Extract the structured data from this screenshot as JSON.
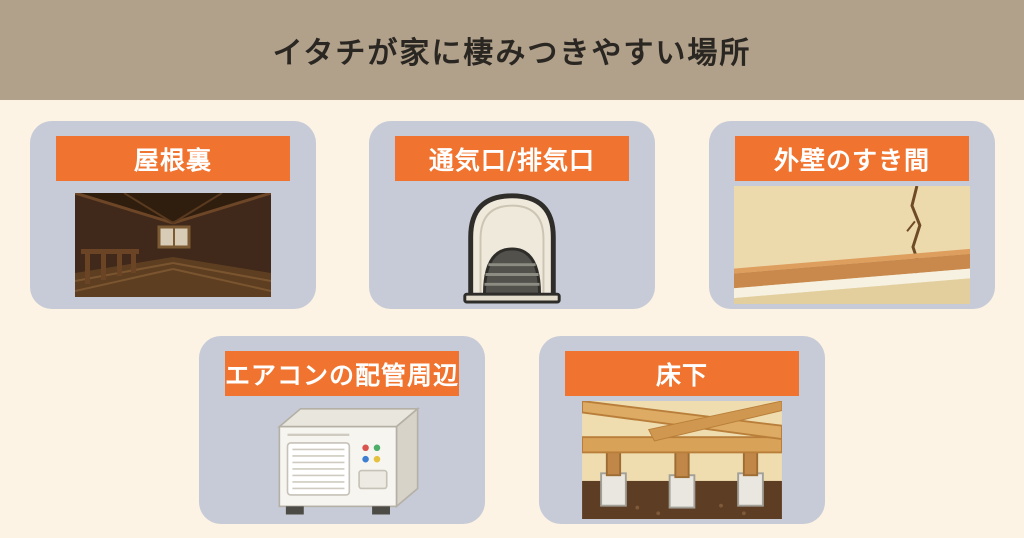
{
  "header": {
    "title": "イタチが家に棲みつきやすい場所"
  },
  "cards": [
    {
      "label": "屋根裏",
      "illustration": "attic"
    },
    {
      "label": "通気口/排気口",
      "illustration": "vent-cover"
    },
    {
      "label": "外壁のすき間",
      "illustration": "wall-crack"
    },
    {
      "label": "エアコンの配管周辺",
      "illustration": "air-conditioner-unit"
    },
    {
      "label": "床下",
      "illustration": "under-floor"
    }
  ],
  "colors": {
    "page_background": "#fcf3e4",
    "header_background": "#b1a08a",
    "card_background": "#c7cbd7",
    "label_background": "#f0742f",
    "label_text": "#ffffff",
    "title_text": "#2a2722"
  }
}
